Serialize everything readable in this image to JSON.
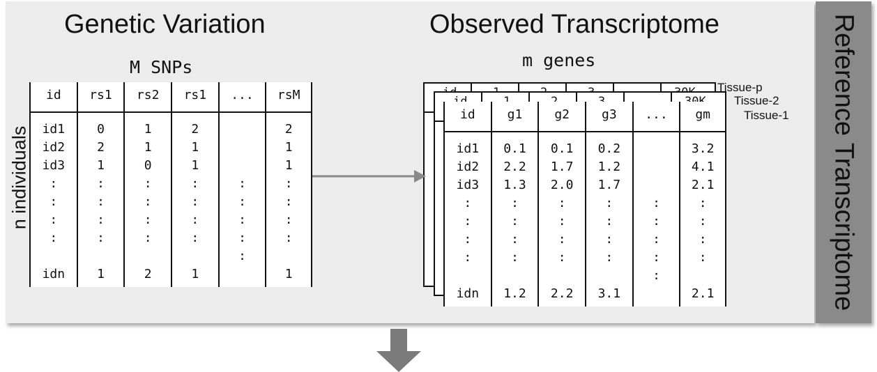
{
  "left": {
    "title": "Genetic Variation",
    "subtitle": "M SNPs",
    "row_axis_label": "n individuals",
    "columns": [
      {
        "header": "id",
        "values": [
          "id1",
          "id2",
          "id3",
          ":",
          ":",
          ":",
          ":",
          "",
          "idn"
        ]
      },
      {
        "header": "rs1",
        "values": [
          "0",
          "2",
          "1",
          ":",
          ":",
          ":",
          ":",
          "",
          "1"
        ]
      },
      {
        "header": "rs2",
        "values": [
          "1",
          "1",
          "0",
          ":",
          ":",
          ":",
          ":",
          "",
          "2"
        ]
      },
      {
        "header": "rs1",
        "values": [
          "2",
          "1",
          "1",
          ":",
          ":",
          ":",
          ":",
          "",
          "1"
        ]
      },
      {
        "header": "...",
        "values": [
          "",
          "",
          "",
          ":",
          ":",
          ":",
          ":",
          ":",
          ""
        ]
      },
      {
        "header": "rsM",
        "values": [
          "2",
          "1",
          "1",
          ":",
          ":",
          ":",
          ":",
          "",
          "1"
        ]
      }
    ]
  },
  "right": {
    "title": "Observed Transcriptome",
    "subtitle": "m genes",
    "tissues": [
      "Tissue-p",
      "Tissue-2",
      "Tissue-1"
    ],
    "back_header_fragments": [
      "id",
      "1",
      "2",
      "3",
      "30K"
    ],
    "columns": [
      {
        "header": "id",
        "values": [
          "id1",
          "id2",
          "id3",
          ":",
          ":",
          ":",
          ":",
          "",
          "idn"
        ]
      },
      {
        "header": "g1",
        "values": [
          "0.1",
          "2.2",
          "1.3",
          ":",
          ":",
          ":",
          ":",
          "",
          "1.2"
        ]
      },
      {
        "header": "g2",
        "values": [
          "0.1",
          "1.7",
          "2.0",
          ":",
          ":",
          ":",
          ":",
          "",
          "2.2"
        ]
      },
      {
        "header": "g3",
        "values": [
          "0.2",
          "1.2",
          "1.7",
          ":",
          ":",
          ":",
          ":",
          "",
          "3.1"
        ]
      },
      {
        "header": "...",
        "values": [
          "",
          "",
          "",
          ":",
          ":",
          ":",
          ":",
          ":",
          ""
        ]
      },
      {
        "header": "gm",
        "values": [
          "3.2",
          "4.1",
          "2.1",
          ":",
          ":",
          ":",
          ":",
          "",
          "2.1"
        ]
      }
    ]
  },
  "sidebar": {
    "label": "Reference Transcriptome"
  },
  "colors": {
    "panel": "#ececec",
    "sidebar": "#8a8a8a",
    "arrow": "#888888",
    "down_arrow": "#7b7b7b"
  }
}
